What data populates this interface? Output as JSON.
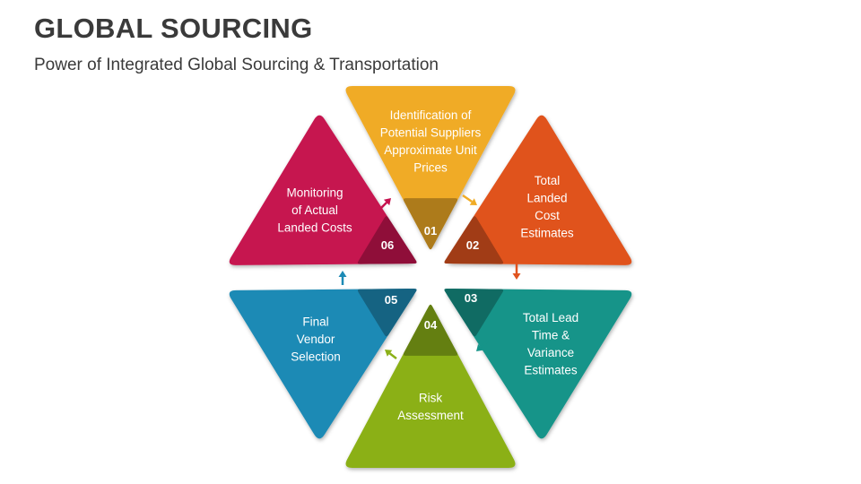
{
  "header": {
    "title": "GLOBAL SOURCING",
    "subtitle": "Power of Integrated Global Sourcing & Transportation"
  },
  "colors": {
    "text": "#3a3a3a",
    "seg_01": "#f0ab25",
    "seg_02": "#e0531e",
    "seg_03": "#169489",
    "seg_04": "#8bb018",
    "seg_05": "#1d8ab5",
    "seg_06": "#c6134f"
  },
  "segments": [
    {
      "number": "01",
      "lines": [
        "Identification of",
        "Potential Suppliers",
        "Approximate Unit",
        "Prices"
      ]
    },
    {
      "number": "02",
      "lines": [
        "Total",
        "Landed",
        "Cost",
        "Estimates"
      ]
    },
    {
      "number": "03",
      "lines": [
        "Total Lead",
        "Time &",
        "Variance",
        "Estimates"
      ]
    },
    {
      "number": "04",
      "lines": [
        "Risk",
        "Assessment"
      ]
    },
    {
      "number": "05",
      "lines": [
        "Final",
        "Vendor",
        "Selection"
      ]
    },
    {
      "number": "06",
      "lines": [
        "Monitoring",
        "of Actual",
        "Landed Costs"
      ]
    }
  ]
}
